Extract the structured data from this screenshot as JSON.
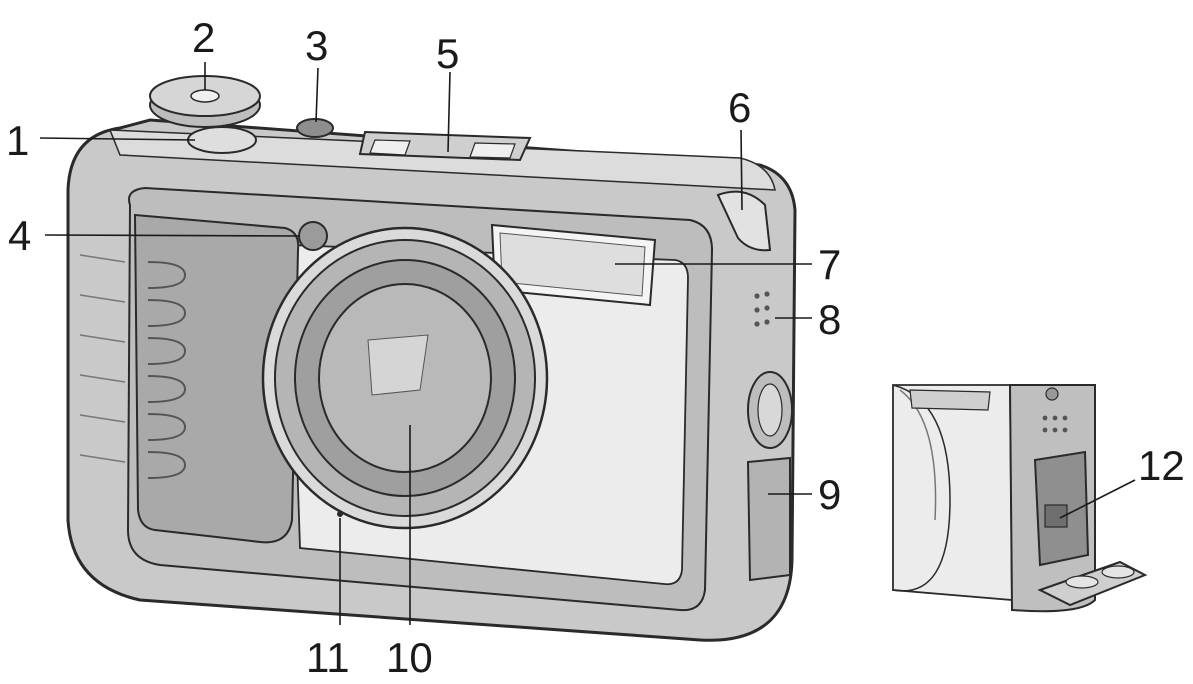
{
  "callouts": [
    {
      "number": "1"
    },
    {
      "number": "2"
    },
    {
      "number": "3"
    },
    {
      "number": "4"
    },
    {
      "number": "5"
    },
    {
      "number": "6"
    },
    {
      "number": "7"
    },
    {
      "number": "8"
    },
    {
      "number": "9"
    },
    {
      "number": "10"
    },
    {
      "number": "11"
    },
    {
      "number": "12"
    }
  ],
  "colors": {
    "body_light": "#d2d2d2",
    "body_mid": "#bdbdbd",
    "body_dark": "#9a9a9a",
    "outline": "#2a2a2a",
    "panel": "#e6e6e6",
    "lens_glass": "#b9b9b9"
  }
}
